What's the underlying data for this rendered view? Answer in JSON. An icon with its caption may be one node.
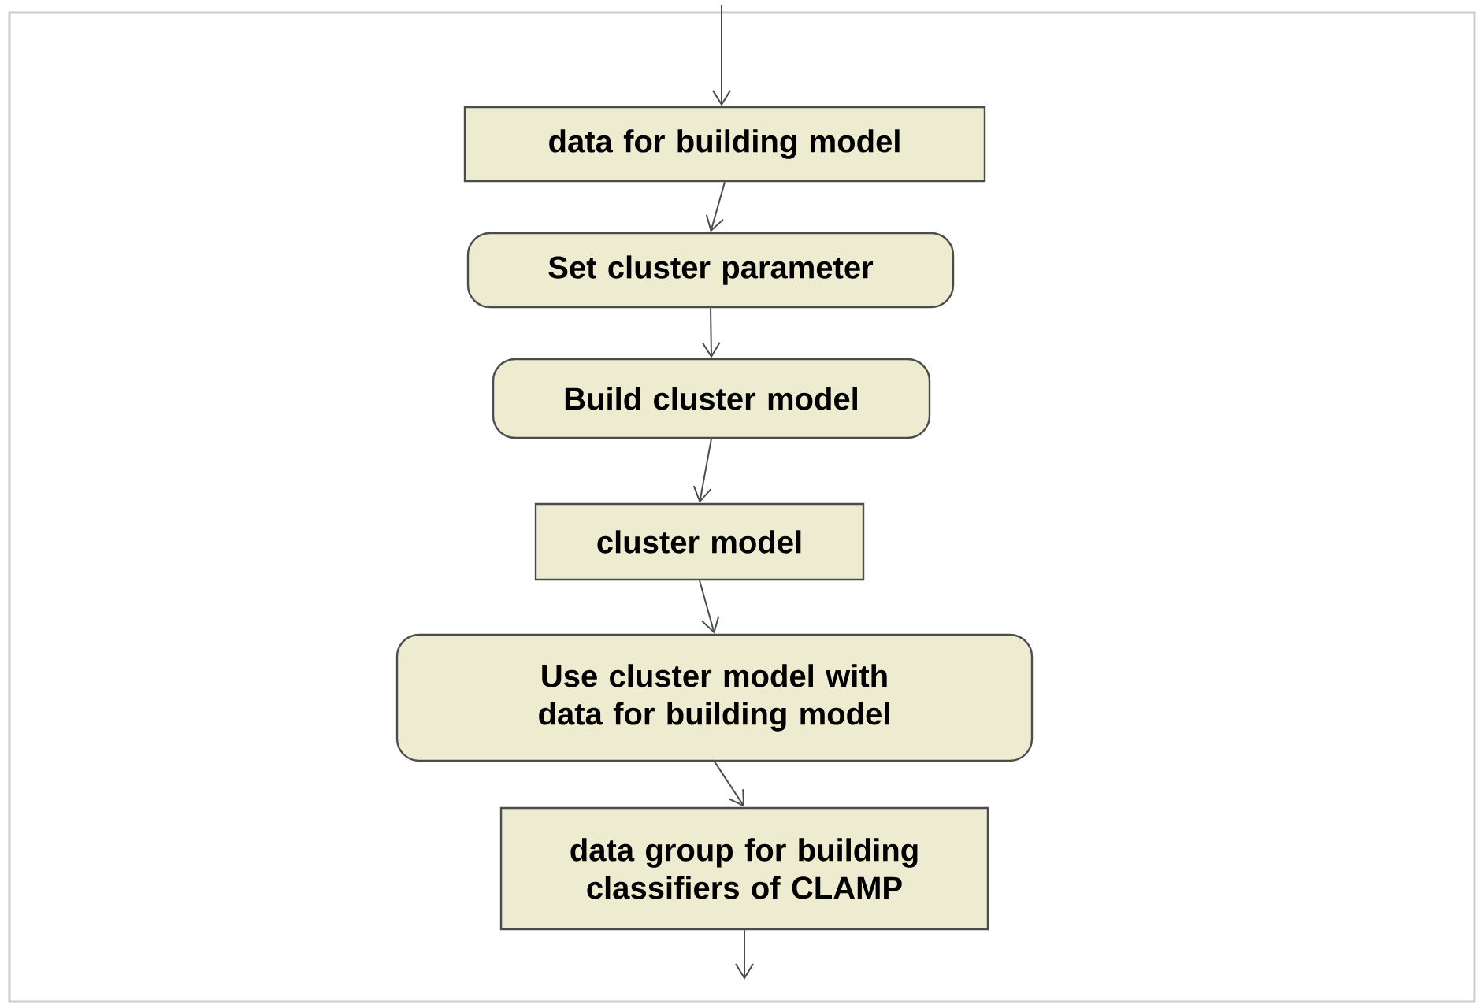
{
  "diagram": {
    "nodes": [
      {
        "text": [
          "data for building model"
        ]
      },
      {
        "text": [
          "Set cluster parameter"
        ]
      },
      {
        "text": [
          "Build cluster model"
        ]
      },
      {
        "text": [
          "cluster model"
        ]
      },
      {
        "text": [
          "Use cluster model with data for building model"
        ]
      },
      {
        "text": [
          "data group for building classifiers of CLAMP"
        ]
      }
    ],
    "edges": [
      {
        "from": null,
        "to": 0,
        "arrow": "to"
      },
      {
        "from": 0,
        "to": 1,
        "arrow": "to"
      },
      {
        "from": 1,
        "to": 2,
        "arrow": "to"
      },
      {
        "from": 2,
        "to": 3,
        "arrow": "to"
      },
      {
        "from": 3,
        "to": 4,
        "arrow": "to"
      },
      {
        "from": 4,
        "to": 5,
        "arrow": "to"
      },
      {
        "from": 5,
        "to": null,
        "arrow": "to"
      }
    ]
  }
}
